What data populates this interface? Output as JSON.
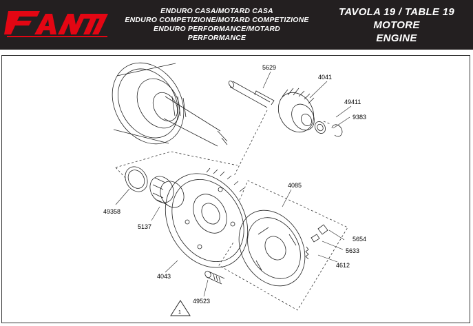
{
  "header": {
    "brand": "FANTIC",
    "models": [
      "ENDURO CASA/MOTARD CASA",
      "ENDURO COMPETIZIONE/MOTARD COMPETIZIONE",
      "ENDURO PERFORMANCE/MOTARD PERFORMANCE"
    ],
    "table_line": "TAVOLA 19  /  TABLE 19",
    "section_it": "MOTORE",
    "section_en": "ENGINE"
  },
  "colors": {
    "header_bg": "#231f20",
    "brand_red": "#e30613",
    "header_text": "#ffffff"
  },
  "parts": [
    {
      "id": "5629"
    },
    {
      "id": "4041"
    },
    {
      "id": "49411"
    },
    {
      "id": "9383"
    },
    {
      "id": "4085"
    },
    {
      "id": "49358"
    },
    {
      "id": "5137"
    },
    {
      "id": "5654"
    },
    {
      "id": "5633"
    },
    {
      "id": "4612"
    },
    {
      "id": "4043"
    },
    {
      "id": "49523"
    }
  ],
  "warning_symbol": "1"
}
